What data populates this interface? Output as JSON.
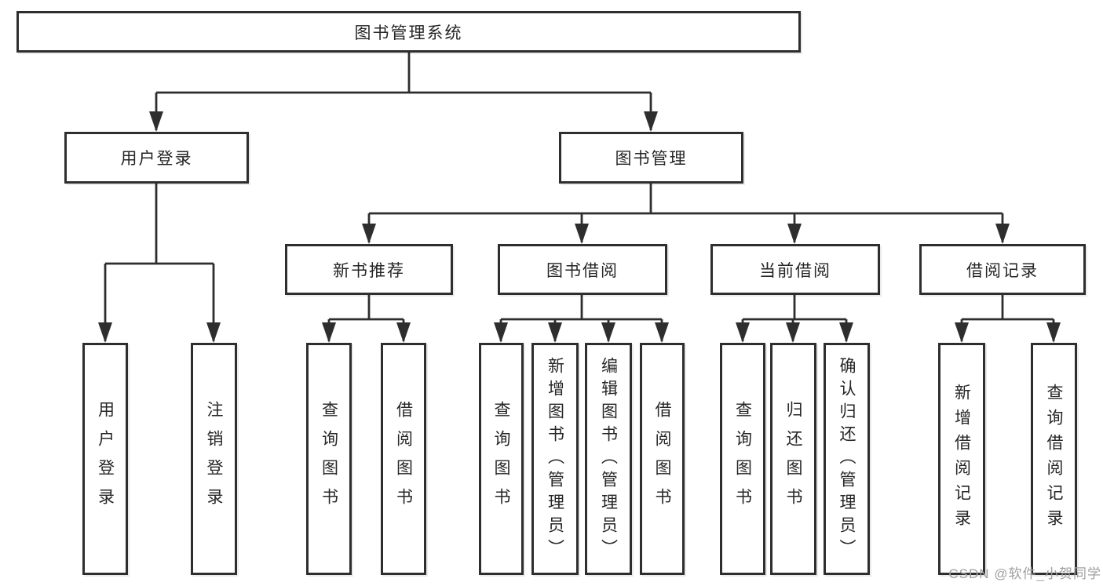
{
  "diagram_type": "hierarchy-tree",
  "colors": {
    "line": "#2e2e2e",
    "box_border": "#2e2e2e",
    "text": "#262626",
    "watermark": "#a0a0a0",
    "background": "#ffffff"
  },
  "watermark": {
    "text": "CSDN @软件_小贺同学"
  },
  "tree": {
    "label": "图书管理系统",
    "children": [
      {
        "label": "用户登录",
        "children": [
          {
            "label": "用户登录"
          },
          {
            "label": "注销登录"
          }
        ]
      },
      {
        "label": "图书管理",
        "children": [
          {
            "label": "新书推荐",
            "children": [
              {
                "label": "查询图书"
              },
              {
                "label": "借阅图书"
              }
            ]
          },
          {
            "label": "图书借阅",
            "children": [
              {
                "label": "查询图书"
              },
              {
                "label": "新增图书（管理员）"
              },
              {
                "label": "编辑图书（管理员）"
              },
              {
                "label": "借阅图书"
              }
            ]
          },
          {
            "label": "当前借阅",
            "children": [
              {
                "label": "查询图书"
              },
              {
                "label": "归还图书"
              },
              {
                "label": "确认归还（管理员）"
              }
            ]
          },
          {
            "label": "借阅记录",
            "children": [
              {
                "label": "新增借阅记录"
              },
              {
                "label": "查询借阅记录"
              }
            ]
          }
        ]
      }
    ]
  }
}
